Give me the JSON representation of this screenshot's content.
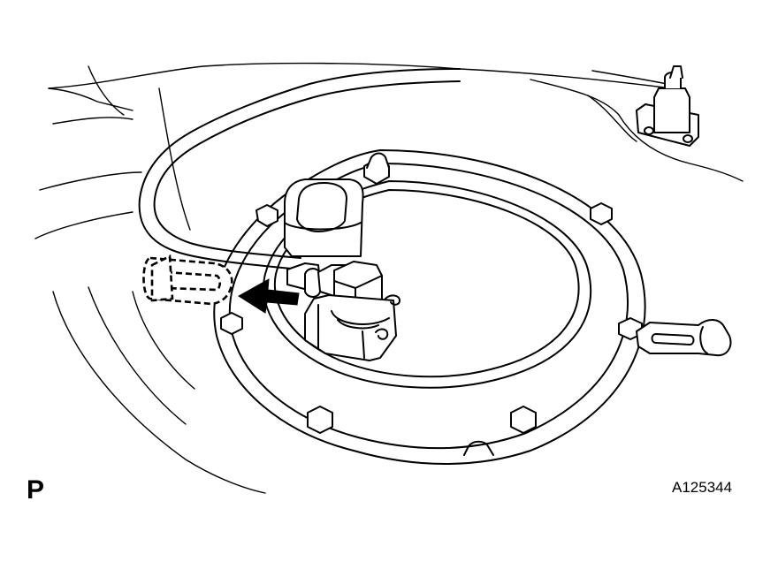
{
  "labels": {
    "view_letter": "P",
    "figure_id": "A125344"
  },
  "figure": {
    "subject": "fuel-pump-gauge-assembly-hose-disconnect",
    "arrow_direction": "left"
  }
}
